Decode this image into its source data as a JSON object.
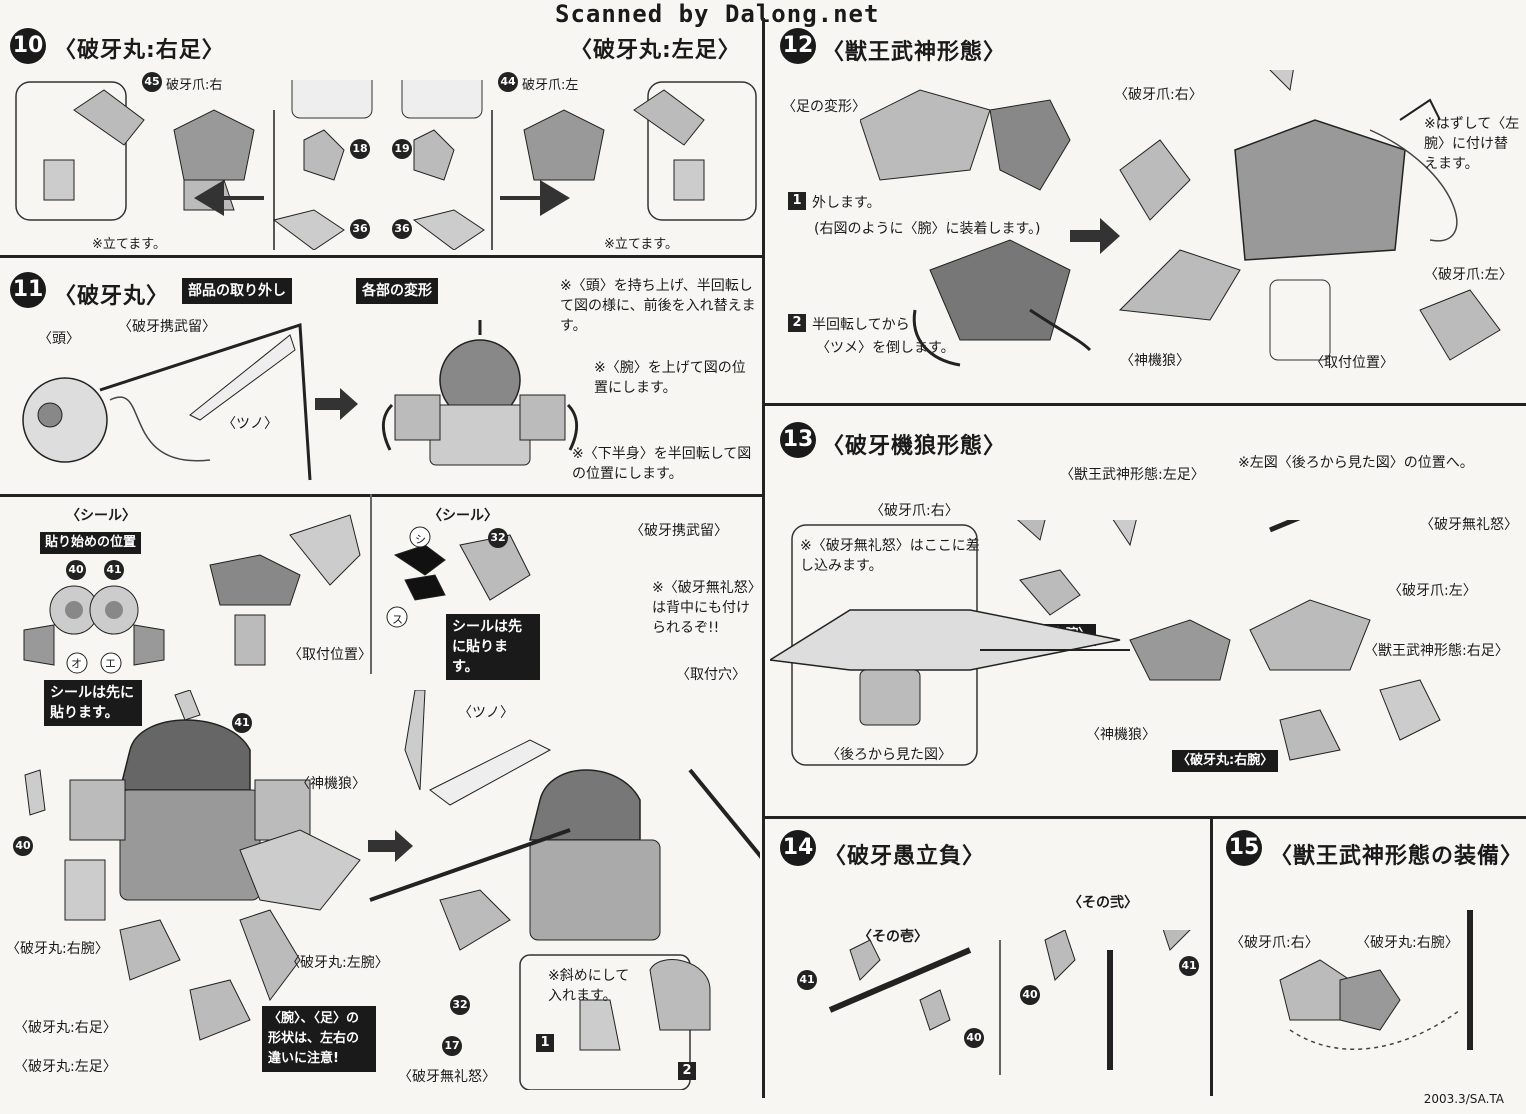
{
  "watermark": "Scanned by Dalong.net",
  "footer": "2003.3/SA.TA",
  "step10": {
    "number": "10",
    "title_right": "〈破牙丸:右足〉",
    "title_left": "〈破牙丸:左足〉",
    "part_right": "破牙爪:右",
    "part_left": "破牙爪:左",
    "note_right": "※立てます。",
    "note_left": "※立てます。",
    "parts": [
      "45",
      "44",
      "18",
      "19",
      "36",
      "36"
    ]
  },
  "step11": {
    "number": "11",
    "title": "〈破牙丸〉",
    "badge1": "部品の取り外し",
    "badge2": "各部の変形",
    "label_head": "〈頭〉",
    "label_rod": "〈破牙携武留〉",
    "label_horn": "〈ツノ〉",
    "note1": "※〈頭〉を持ち上げ、半回転して図の様に、前後を入れ替えます。",
    "note2": "※〈腕〉を上げて図の位置にします。",
    "note3": "※〈下半身〉を半回転して図の位置にします。"
  },
  "lower_left": {
    "seal_header_1": "〈シール〉",
    "seal_start": "貼り始めの位置",
    "seal_first_1": "シールは先に貼ります。",
    "seal_header_2": "〈シール〉",
    "seal_first_2": "シールは先に貼ります。",
    "mount_pos": "〈取付位置〉",
    "shinkirou": "〈神機狼〉",
    "right_arm": "〈破牙丸:右腕〉",
    "left_arm": "〈破牙丸:左腕〉",
    "right_leg": "〈破牙丸:右足〉",
    "left_leg": "〈破牙丸:左足〉",
    "caution": "〈腕〉、〈足〉の形状は、左右の違いに注意!",
    "rod": "〈破牙携武留〉",
    "blade_note": "※〈破牙無礼怒〉は背中にも付けられるぞ!!",
    "mount_hole": "〈取付穴〉",
    "horn": "〈ツノ〉",
    "blade": "〈破牙無礼怒〉",
    "diag_note": "※斜めにして入れます。",
    "seal_chars": [
      "シ",
      "ス",
      "オ",
      "エ"
    ],
    "parts": [
      "40",
      "41",
      "41",
      "40",
      "32",
      "32",
      "17"
    ],
    "steps": [
      "1",
      "2"
    ]
  },
  "step12": {
    "number": "12",
    "title": "〈獣王武神形態〉",
    "leg_transform": "〈足の変形〉",
    "s1": "外します。",
    "s1b": "(右図のように〈腕〉に装着します。)",
    "s2": "半回転してから",
    "s2b": "〈ツメ〉を倒します。",
    "claw_r": "〈破牙爪:右〉",
    "claw_l": "〈破牙爪:左〉",
    "shinkirou": "〈神機狼〉",
    "mount": "〈取付位置〉",
    "note": "※はずして〈左腕〉に付け替えます。",
    "steps": [
      "1",
      "2"
    ]
  },
  "step13": {
    "number": "13",
    "title": "〈破牙機狼形態〉",
    "left_leg": "〈獣王武神形態:左足〉",
    "note_pos": "※左図〈後ろから見た図〉の位置へ。",
    "claw_r": "〈破牙爪:右〉",
    "blade": "〈破牙無礼怒〉",
    "insert_note": "※〈破牙無礼怒〉はここに差し込みます。",
    "claw_l": "〈破牙爪:左〉",
    "left_arm": "〈破牙丸:左腕〉",
    "right_leg": "〈獣王武神形態:右足〉",
    "shinkirou": "〈神機狼〉",
    "rear_view": "〈後ろから見た図〉",
    "right_arm": "〈破牙丸:右腕〉"
  },
  "step14": {
    "number": "14",
    "title": "〈破牙愚立負〉",
    "sub1": "〈その壱〉",
    "sub2": "〈その弐〉",
    "parts": [
      "41",
      "40",
      "40",
      "41"
    ]
  },
  "step15": {
    "number": "15",
    "title": "〈獣王武神形態の装備〉",
    "claw_r": "〈破牙爪:右〉",
    "arm_r": "〈破牙丸:右腕〉"
  }
}
